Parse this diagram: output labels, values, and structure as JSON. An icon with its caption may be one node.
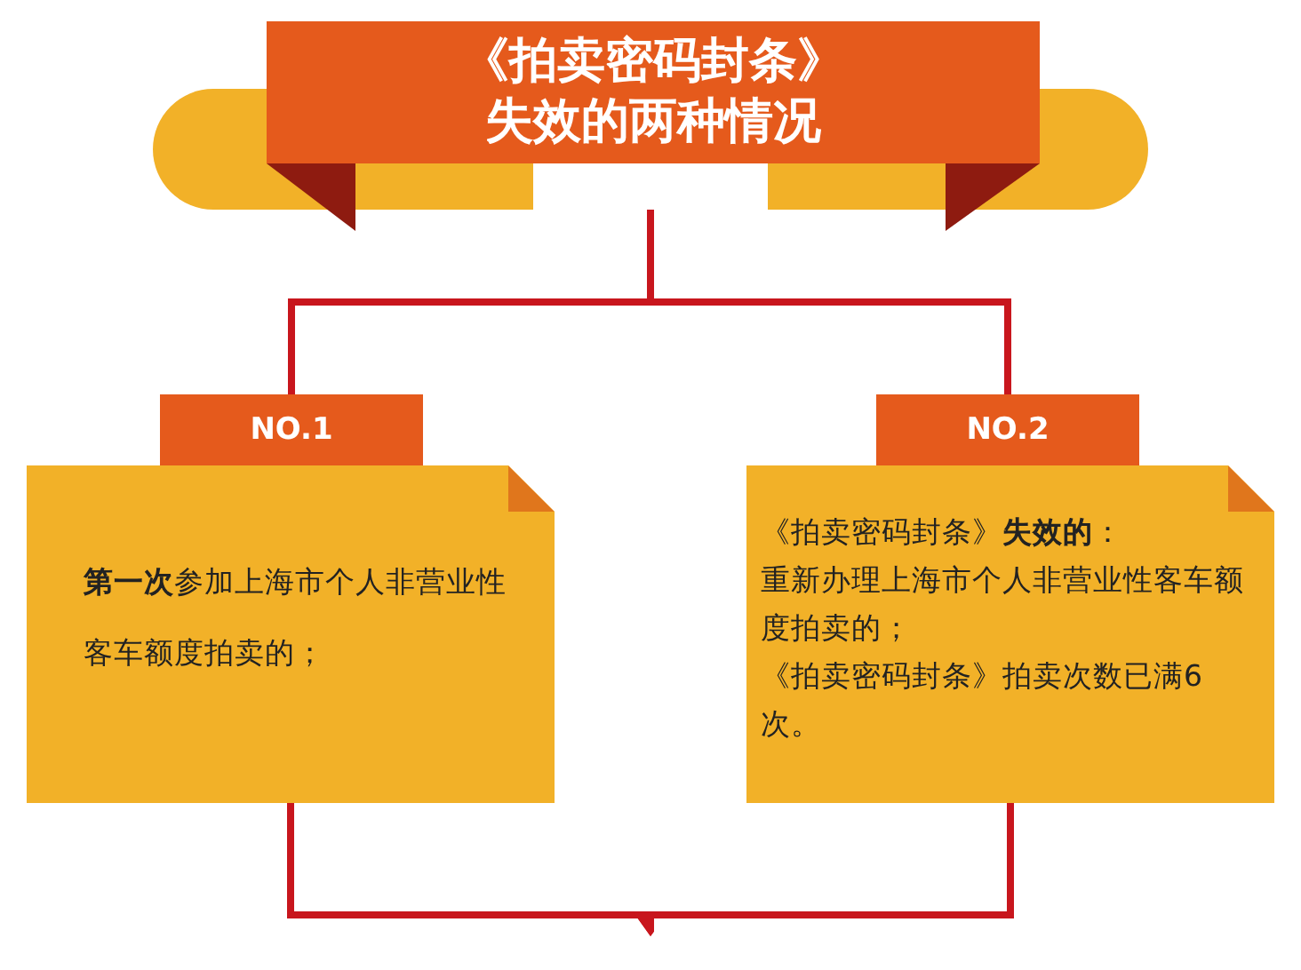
{
  "diagram": {
    "nodes": [
      {
        "text": [
          "《拍卖密码封条》失效的两种情况"
        ]
      },
      {
        "text": [
          "NO.1"
        ]
      },
      {
        "text": [
          "**第一次**参加上海市个人非营业性客车额度拍卖的；"
        ]
      },
      {
        "text": [
          "NO.2"
        ]
      },
      {
        "text": [
          "《拍卖密码封条》**失效的**：",
          "重新办理上海市个人非营业性客车额度拍卖的；",
          "《拍卖密码封条》拍卖次数已满6次。"
        ]
      }
    ],
    "edges": [
      {
        "from": 0,
        "to": 1,
        "arrow": "none"
      },
      {
        "from": 0,
        "to": 3,
        "arrow": "none"
      },
      {
        "from": 2,
        "to": null,
        "arrow": "to"
      },
      {
        "from": 4,
        "to": null,
        "arrow": "to"
      }
    ]
  }
}
